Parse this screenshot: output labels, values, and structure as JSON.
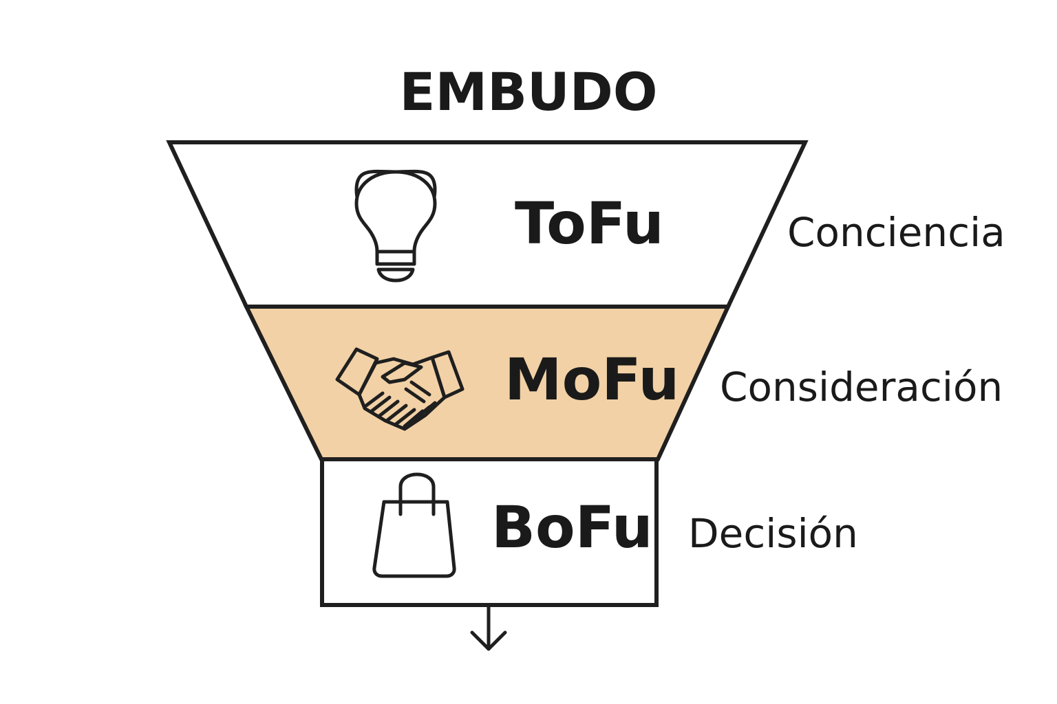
{
  "title": "EMBUDO",
  "colors": {
    "line": "#1f1f1f",
    "top_fill": "#ffffff",
    "middle_fill": "#f2d1a6",
    "bottom_fill": "#ffffff"
  },
  "stages": [
    {
      "name": "ToFu",
      "label": "Conciencia",
      "icon": "lightbulb-icon"
    },
    {
      "name": "MoFu",
      "label": "Consideración",
      "icon": "handshake-icon"
    },
    {
      "name": "BoFu",
      "label": "Decisión",
      "icon": "shopping-bag-icon"
    }
  ],
  "exit_icon": "arrow-down-icon"
}
